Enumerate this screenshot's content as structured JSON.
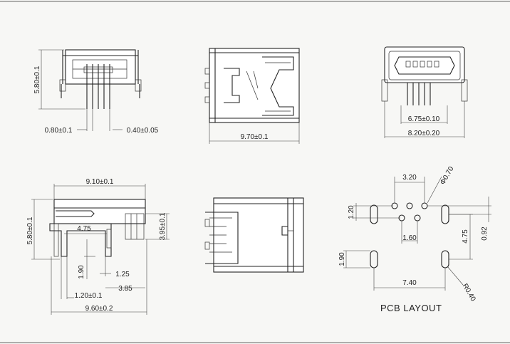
{
  "colors": {
    "background": "#f7f7f5",
    "line": "#222222"
  },
  "views": {
    "front": {
      "height": "5.80±0.1",
      "pitch": "0.80±0.1",
      "pin_width": "0.40±0.05"
    },
    "top": {
      "length": "9.70±0.1"
    },
    "end": {
      "inner_width": "6.75±0.10",
      "outer_width": "8.20±0.20"
    },
    "side": {
      "length": "9.10±0.1",
      "height": "5.80±0.1",
      "right_height": "3.95±0.1",
      "peg_span": "4.75",
      "peg_height": "1.90",
      "offset": "1.25",
      "peg_to_edge": "3.85",
      "peg_width": "1.20±0.1",
      "total_length": "9.60±0.2"
    },
    "bottom": {},
    "pcb": {
      "title": "PCB LAYOUT",
      "pitch": "3.20",
      "hole": "Φ0.70",
      "row_offset": "1.20",
      "pin_gap": "1.60",
      "pad_height": "1.90",
      "pad_spacing": "4.75",
      "total_height": "0.92",
      "pad_pitch": "7.40",
      "radius": "R0.40"
    }
  }
}
